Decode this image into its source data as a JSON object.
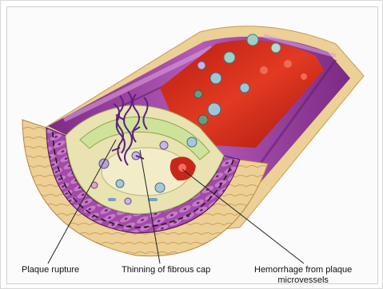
{
  "labels": {
    "plaque_rupture": "Plaque rupture",
    "thinning_cap": "Thinning of fibrous cap",
    "hemorrhage_line1": "Hemorrhage from plaque",
    "hemorrhage_line2": "microvessels"
  },
  "colors": {
    "adventitia": "#e9c98a",
    "adventitia_dark": "#c99a55",
    "media_muscle": "#9b3fa0",
    "media_light": "#c77cc6",
    "lumen_blood": "#d62a1c",
    "plaque_core": "#efe7b8",
    "fibrous_cap": "#d9e7a0",
    "rupture_fibers": "#6b2a8c",
    "elastic_lamina": "#2b2b2b"
  }
}
